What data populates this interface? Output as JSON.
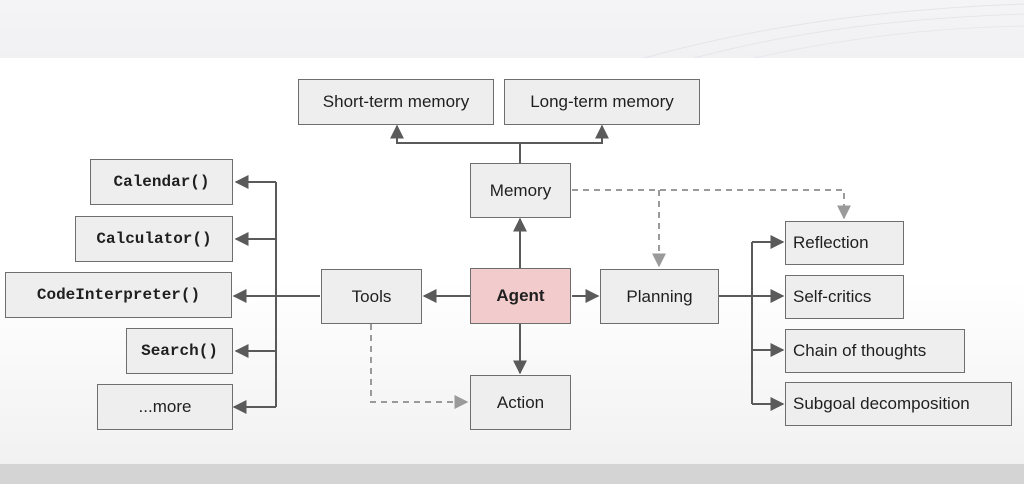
{
  "diagram": {
    "center": "Agent",
    "memory": {
      "label": "Memory",
      "children": [
        "Short-term memory",
        "Long-term memory"
      ]
    },
    "tools": {
      "label": "Tools",
      "children": [
        "Calendar()",
        "Calculator()",
        "CodeInterpreter()",
        "Search()",
        "...more"
      ]
    },
    "planning": {
      "label": "Planning",
      "children": [
        "Reflection",
        "Self-critics",
        "Chain of thoughts",
        "Subgoal decomposition"
      ]
    },
    "action": {
      "label": "Action"
    }
  }
}
